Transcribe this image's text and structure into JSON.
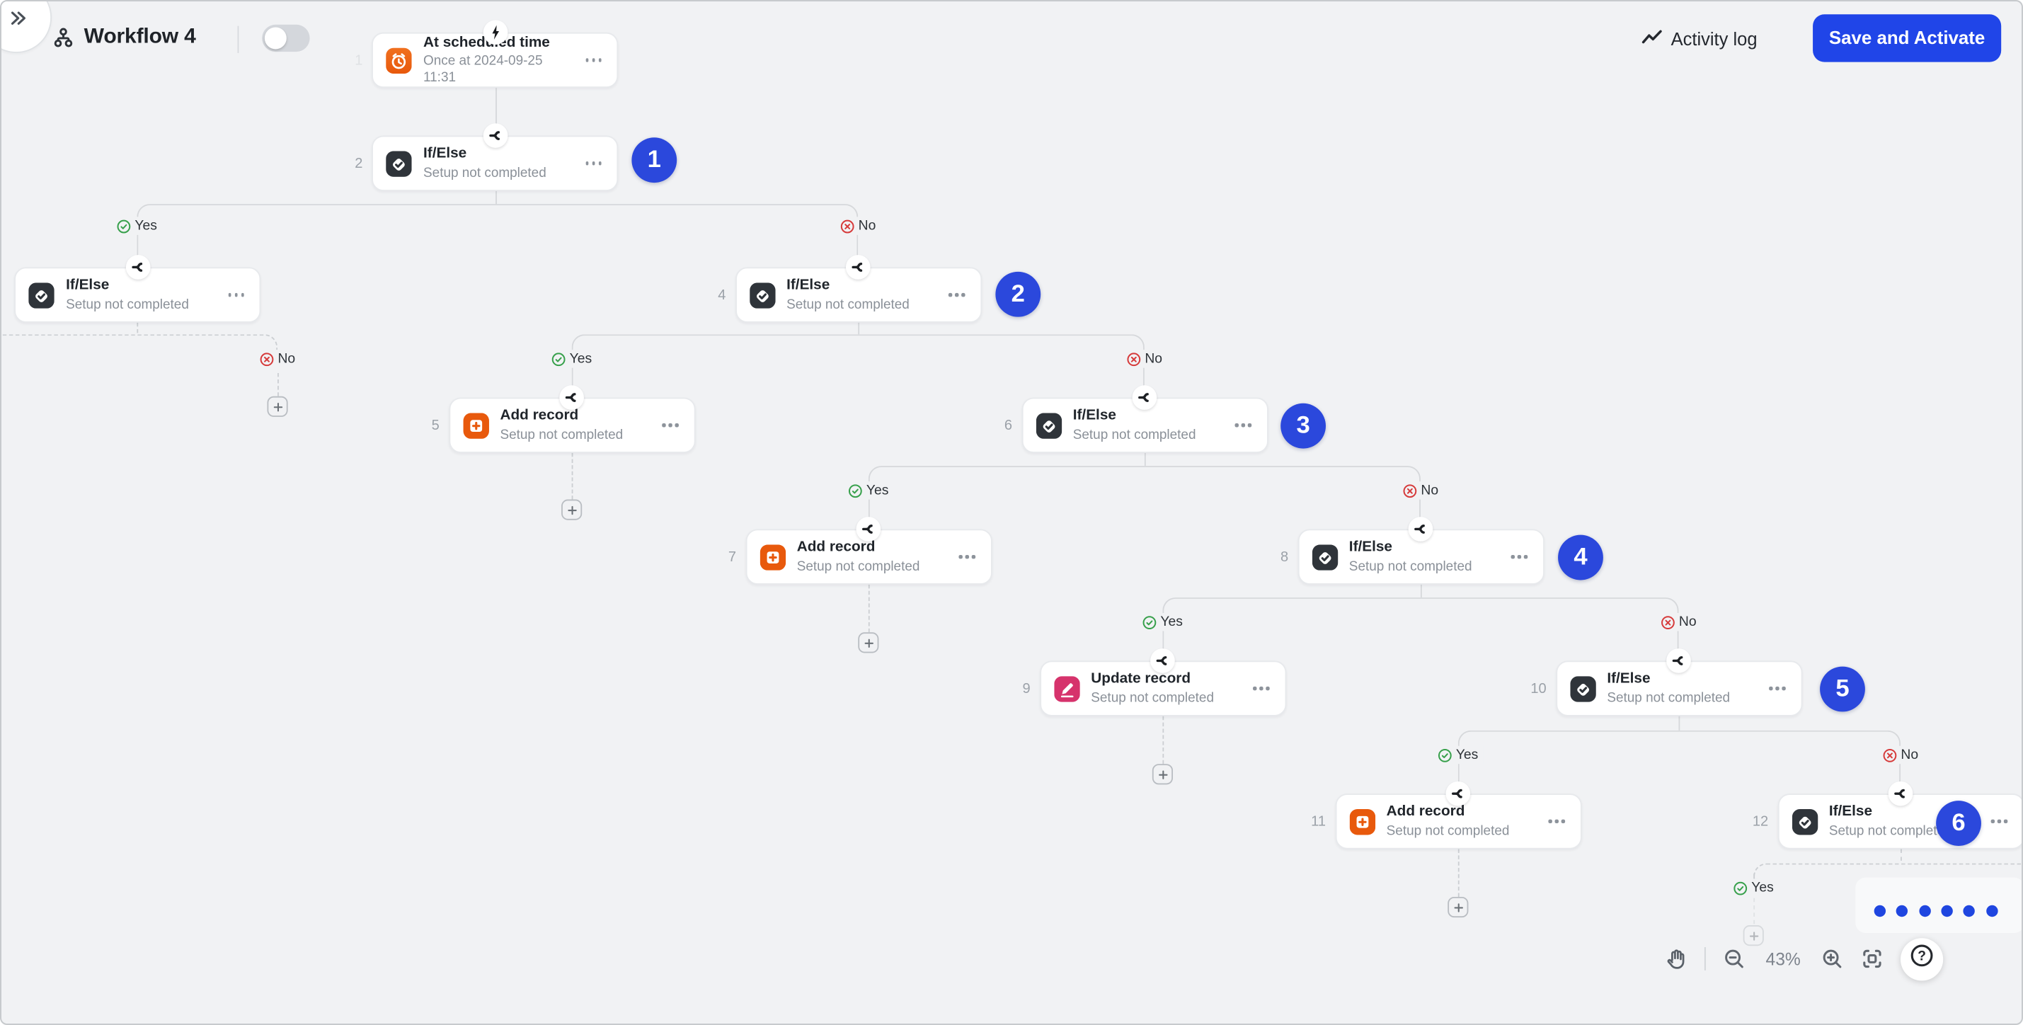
{
  "header": {
    "title": "Workflow 4",
    "workflow_enabled": false,
    "activity_log_label": "Activity log",
    "save_button_label": "Save and Activate"
  },
  "canvas": {
    "nodes": [
      {
        "id": "trigger",
        "step": "1",
        "title": "At scheduled time",
        "subtitle": "Once at 2024-09-25 11:31",
        "icon": "alarm-clock",
        "kind": "trigger"
      },
      {
        "id": "n2",
        "step": "2",
        "title": "If/Else",
        "subtitle": "Setup not completed",
        "icon": "if-else",
        "kind": "condition"
      },
      {
        "id": "nL",
        "step": "",
        "title": "If/Else",
        "subtitle": "Setup not completed",
        "icon": "if-else",
        "kind": "condition"
      },
      {
        "id": "n4",
        "step": "4",
        "title": "If/Else",
        "subtitle": "Setup not completed",
        "icon": "if-else",
        "kind": "condition"
      },
      {
        "id": "n5",
        "step": "5",
        "title": "Add record",
        "subtitle": "Setup not completed",
        "icon": "add-record",
        "kind": "action"
      },
      {
        "id": "n6",
        "step": "6",
        "title": "If/Else",
        "subtitle": "Setup not completed",
        "icon": "if-else",
        "kind": "condition"
      },
      {
        "id": "n7",
        "step": "7",
        "title": "Add record",
        "subtitle": "Setup not completed",
        "icon": "add-record",
        "kind": "action"
      },
      {
        "id": "n8",
        "step": "8",
        "title": "If/Else",
        "subtitle": "Setup not completed",
        "icon": "if-else",
        "kind": "condition"
      },
      {
        "id": "n9",
        "step": "9",
        "title": "Update record",
        "subtitle": "Setup not completed",
        "icon": "update-record",
        "kind": "action"
      },
      {
        "id": "n10",
        "step": "10",
        "title": "If/Else",
        "subtitle": "Setup not completed",
        "icon": "if-else",
        "kind": "condition"
      },
      {
        "id": "n11",
        "step": "11",
        "title": "Add record",
        "subtitle": "Setup not completed",
        "icon": "add-record",
        "kind": "action"
      },
      {
        "id": "n12",
        "step": "12",
        "title": "If/Else",
        "subtitle": "Setup not completed",
        "icon": "if-else",
        "kind": "condition"
      }
    ],
    "branch_labels": {
      "yes": "Yes",
      "no": "No"
    },
    "annotations": [
      "1",
      "2",
      "3",
      "4",
      "5",
      "6"
    ],
    "pagination_dot_count": 6
  },
  "toolbar": {
    "zoom_level": "43%",
    "icons": [
      "pan-hand",
      "zoom-out",
      "zoom-in",
      "fit-view",
      "help"
    ]
  },
  "colors": {
    "accent_blue": "#2045e8",
    "annotation_blue": "#2b48dc",
    "dot_blue": "#1f46e0",
    "orange": "#e8590c",
    "pink": "#d6336c",
    "dark": "#2f343a",
    "green": "#37a04b",
    "red": "#d63b3b",
    "canvas_bg": "#f1f2f4"
  }
}
